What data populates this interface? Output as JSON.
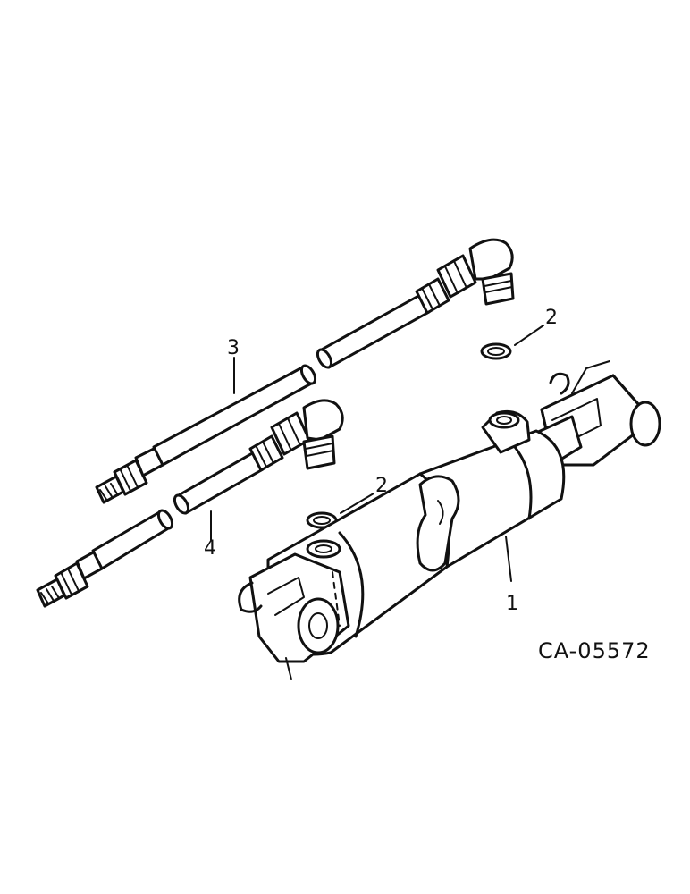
{
  "callouts": {
    "c1": "1",
    "c2a": "2",
    "c2b": "2",
    "c3": "3",
    "c4": "4"
  },
  "drawing_code": "CA-05572"
}
